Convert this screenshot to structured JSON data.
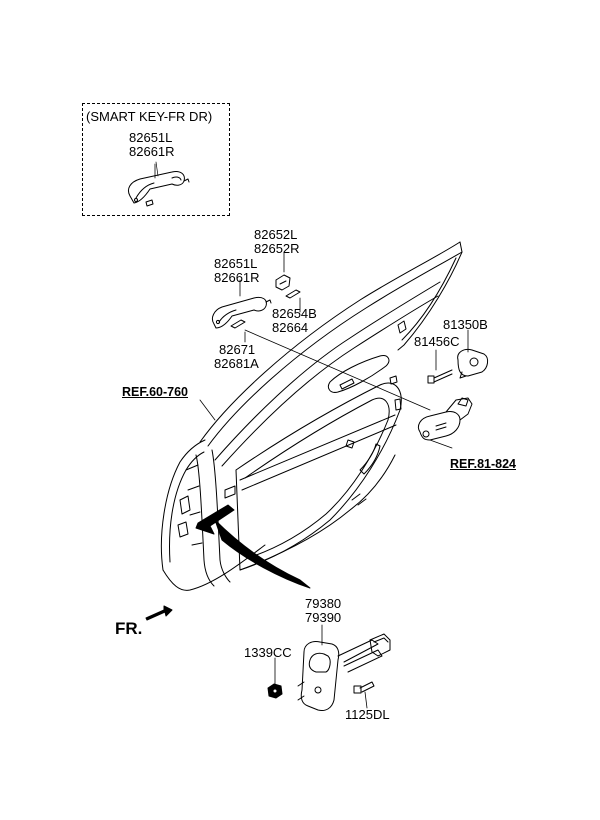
{
  "smart_key_box": {
    "title": "(SMART KEY-FR DR)",
    "part_numbers": [
      "82651L",
      "82661R"
    ]
  },
  "labels": {
    "handle_parts": [
      "82651L",
      "82661R"
    ],
    "cover_parts": [
      "82652L",
      "82652R"
    ],
    "cap_parts": [
      "82654B",
      "82664"
    ],
    "bracket_parts": [
      "82671",
      "82681A"
    ],
    "latch_part": "81350B",
    "latch_bolt": "81456C",
    "checker_parts": [
      "79380",
      "79390"
    ],
    "nut": "1339CC",
    "bolt": "1125DL"
  },
  "refs": {
    "door_panel": "REF.60-760",
    "latch_ref": "REF.81-824"
  },
  "direction": "FR."
}
